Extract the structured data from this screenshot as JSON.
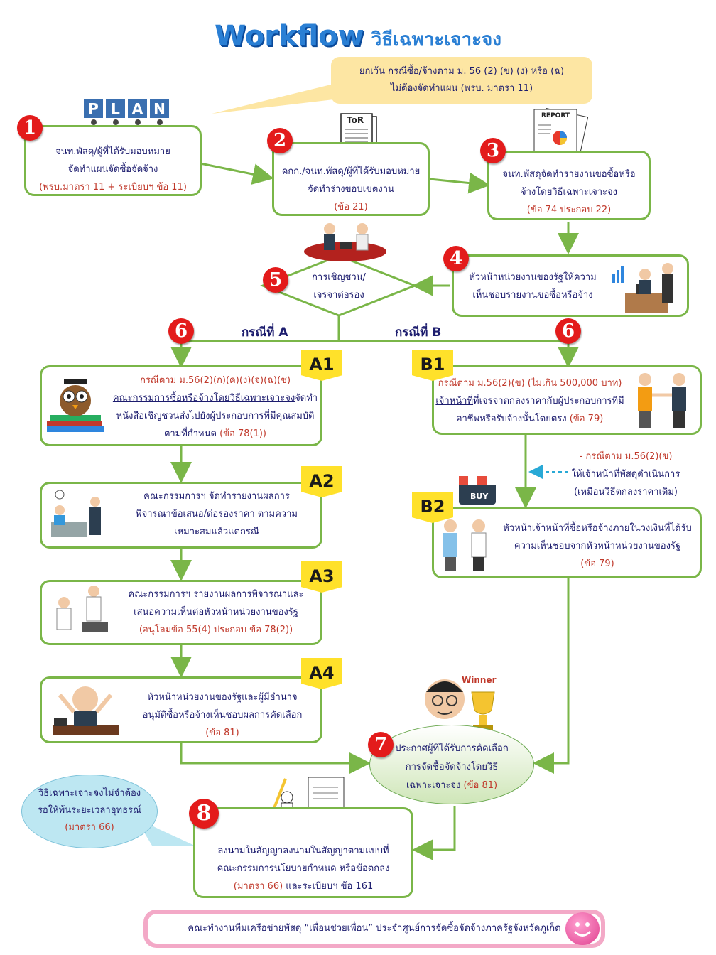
{
  "title": {
    "main": "Workflow",
    "sub": "วิธีเฉพาะเจาะจง"
  },
  "callout": {
    "underlined": "ยกเว้น",
    "line1_rest": " กรณีซื้อ/จ้างตาม ม. 56 (2) (ข) (ง) หรือ (ฉ)",
    "line2": "ไม่ต้องจัดทำแผน  (พรบ. มาตรา 11)"
  },
  "plan_letters": [
    "P",
    "L",
    "A",
    "N"
  ],
  "steps": {
    "s1": {
      "num": "1",
      "line1": "จนท.พัสดุ/ผู้ที่ได้รับมอบหมาย",
      "line2": "จัดทำแผนจัดซื้อจัดจ้าง",
      "ref": "(พรบ.มาตรา 11 + ระเบียบฯ ข้อ 11)"
    },
    "s2": {
      "num": "2",
      "line1": "คกก./จนท.พัสดุ/ผู้ที่ได้รับมอบหมาย",
      "line2": "จัดทำร่างขอบเขตงาน",
      "ref": "(ข้อ 21)",
      "doc_label": "ToR"
    },
    "s3": {
      "num": "3",
      "line1": "จนท.พัสดุจัดทำรายงานขอซื้อหรือ",
      "line2": "จ้างโดยวิธีเฉพาะเจาะจง",
      "ref": "(ข้อ 74 ประกอบ  22)",
      "doc_label": "REPORT"
    },
    "s4": {
      "num": "4",
      "line1": "หัวหน้าหน่วยงานของรัฐให้ความ",
      "line2": "เห็นชอบรายงานขอซื้อหรือจ้าง"
    },
    "s5": {
      "num": "5",
      "line1": "การเชิญชวน/",
      "line2": "เจรจาต่อรอง"
    },
    "s6a": {
      "num": "6"
    },
    "s6b": {
      "num": "6"
    },
    "s7": {
      "num": "7",
      "line1": "ประกาศผู้ที่ได้รับการคัดเลือก",
      "line2": "การจัดซื้อจัดจ้างโดยวิธี",
      "line3": "เฉพาะเจาะจง",
      "ref": "(ข้อ 81)",
      "winner": "Winner"
    },
    "s8": {
      "num": "8",
      "line1": "ลงนามในสัญญาลงนามในสัญญาตามแบบที่",
      "line2": "คณะกรรมการนโยบายกำหนด  หรือข้อตกลง",
      "ref": "(มาตรา 66)",
      "line3_rest": " และระเบียบฯ  ข้อ 161"
    }
  },
  "cases": {
    "a": "กรณีที่ A",
    "b": "กรณีที่ B"
  },
  "a_steps": {
    "a1": {
      "tag": "A1",
      "line1": "กรณีตาม ม.56(2)(ก)(ค)(ง)(จ)(ฉ)(ช)",
      "line2_u": "คณะกรรมการซื้อหรือจ้างโดยวิธีเฉพาะเจาะจง",
      "line2_rest": "จัดทำ",
      "line3": "หนังสือเชิญชวนส่งไปยังผู้ประกอบการที่มีคุณสมบัติ",
      "line4": "ตามที่กำหนด",
      "ref": "(ข้อ 78(1))"
    },
    "a2": {
      "tag": "A2",
      "line1_u": "คณะกรรมการฯ",
      "line1_rest": "  จัดทำรายงานผลการ",
      "line2": "พิจารณาข้อเสนอ/ต่อรองราคา  ตามความ",
      "line3": "เหมาะสมแล้วแต่กรณี"
    },
    "a3": {
      "tag": "A3",
      "line1_u": "คณะกรรมการฯ",
      "line1_rest": "  รายงานผลการพิจารณาและ",
      "line2": "เสนอความเห็นต่อหัวหน้าหน่วยงานของรัฐ",
      "ref": "(อนุโลมข้อ 55(4) ประกอบ  ข้อ 78(2))"
    },
    "a4": {
      "tag": "A4",
      "line1": "หัวหน้าหน่วยงานของรัฐและผู้มีอำนาจ",
      "line2": "อนุมัติซื้อหรือจ้างเห็นชอบผลการคัดเลือก",
      "ref": "(ข้อ 81)"
    }
  },
  "b_steps": {
    "b1": {
      "tag": "B1",
      "line1": "กรณีตาม  ม.56(2)(ข)  (ไม่เกิน  500,000  บาท)",
      "line2_u": "เจ้าหน้าที่",
      "line2_rest": "ที่เจรจาตกลงราคากับผู้ประกอบการที่มี",
      "line3": "อาชีพหรือรับจ้างนั้นโดยตรง",
      "ref": "(ข้อ 79)"
    },
    "b_note": {
      "line1": "- กรณีตาม  ม.56(2)(ข)",
      "line2": "ให้เจ้าหน้าที่พัสดุดำเนินการ",
      "line3": "(เหมือนวิธีตกลงราคาเดิม)"
    },
    "b2": {
      "tag": "B2",
      "line1_u": "หัวหน้าเจ้าหน้าที่",
      "line1_rest": "ซื้อหรือจ้างภายในวงเงินที่ได้รับ",
      "line2": "ความเห็นชอบจากหัวหน้าหน่วยงานของรัฐ",
      "ref": "(ข้อ 79)",
      "shop_label": "BUY"
    }
  },
  "bubble": {
    "line1": "วิธีเฉพาะเจาะจงไม่จำต้อง",
    "line2": "รอให้พ้นระยะเวลาอุทธรณ์",
    "ref": "(มาตรา 66)"
  },
  "footer": "คณะทำงานทีมเครือข่ายพัสดุ  “เพื่อนช่วยเพื่อน”  ประจำศูนย์การจัดซื้อจัดจ้างภาครัฐจังหวัดภูเก็ต",
  "colors": {
    "box_border": "#7ab648",
    "number_red": "#e31b1b",
    "tag_yellow": "#ffe12a",
    "title_blue": "#2a7fd4",
    "text_navy": "#1c1c6e",
    "ref_red": "#c0392b"
  }
}
